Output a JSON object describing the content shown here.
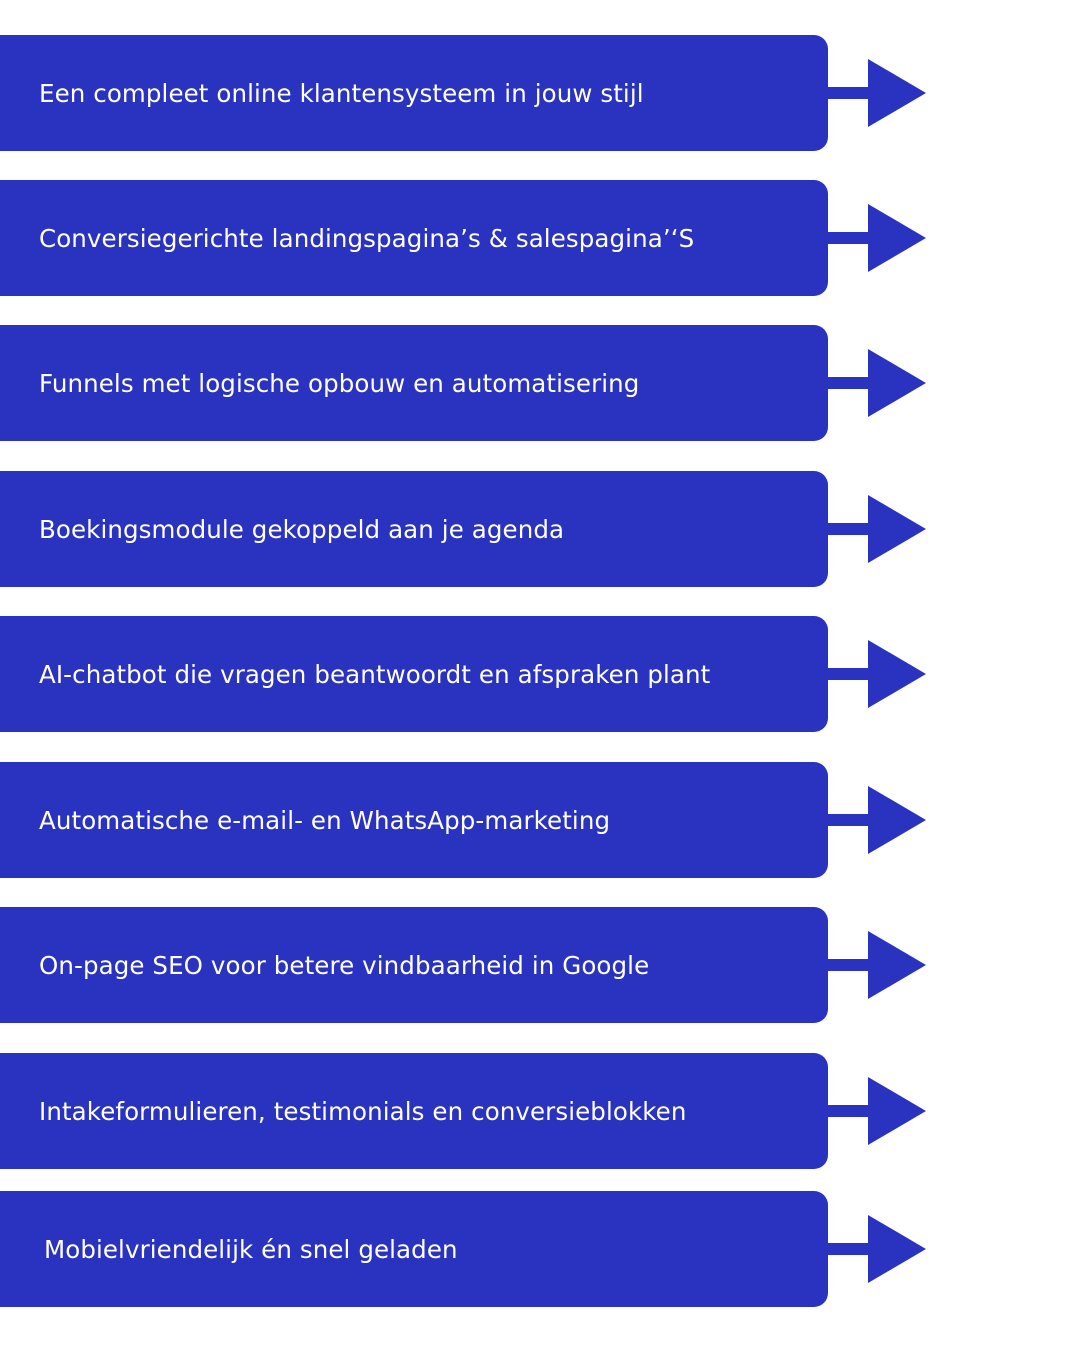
{
  "colors": {
    "accent": "#2a33c0",
    "background": "#ffffff",
    "text": "#ffffff"
  },
  "features": [
    {
      "label": "Een compleet online klantensysteem in jouw stijl",
      "icon": "arrow-right-icon"
    },
    {
      "label": "Conversiegerichte landingspagina’s & salespagina’‘S",
      "icon": "arrow-right-icon"
    },
    {
      "label": "Funnels met logische opbouw en automatisering",
      "icon": "arrow-right-icon"
    },
    {
      "label": "Boekingsmodule gekoppeld aan je agenda",
      "icon": "arrow-right-icon"
    },
    {
      "label": "AI-chatbot die vragen beantwoordt en afspraken plant",
      "icon": "arrow-right-icon"
    },
    {
      "label": "Automatische e-mail- en WhatsApp-marketing",
      "icon": "arrow-right-icon"
    },
    {
      "label": "On-page SEO voor betere vindbaarheid in Google",
      "icon": "arrow-right-icon"
    },
    {
      "label": "Intakeformulieren, testimonials en conversieblokken",
      "icon": "arrow-right-icon"
    },
    {
      "label": "Mobielvriendelijk én snel geladen",
      "icon": "arrow-right-icon"
    }
  ]
}
